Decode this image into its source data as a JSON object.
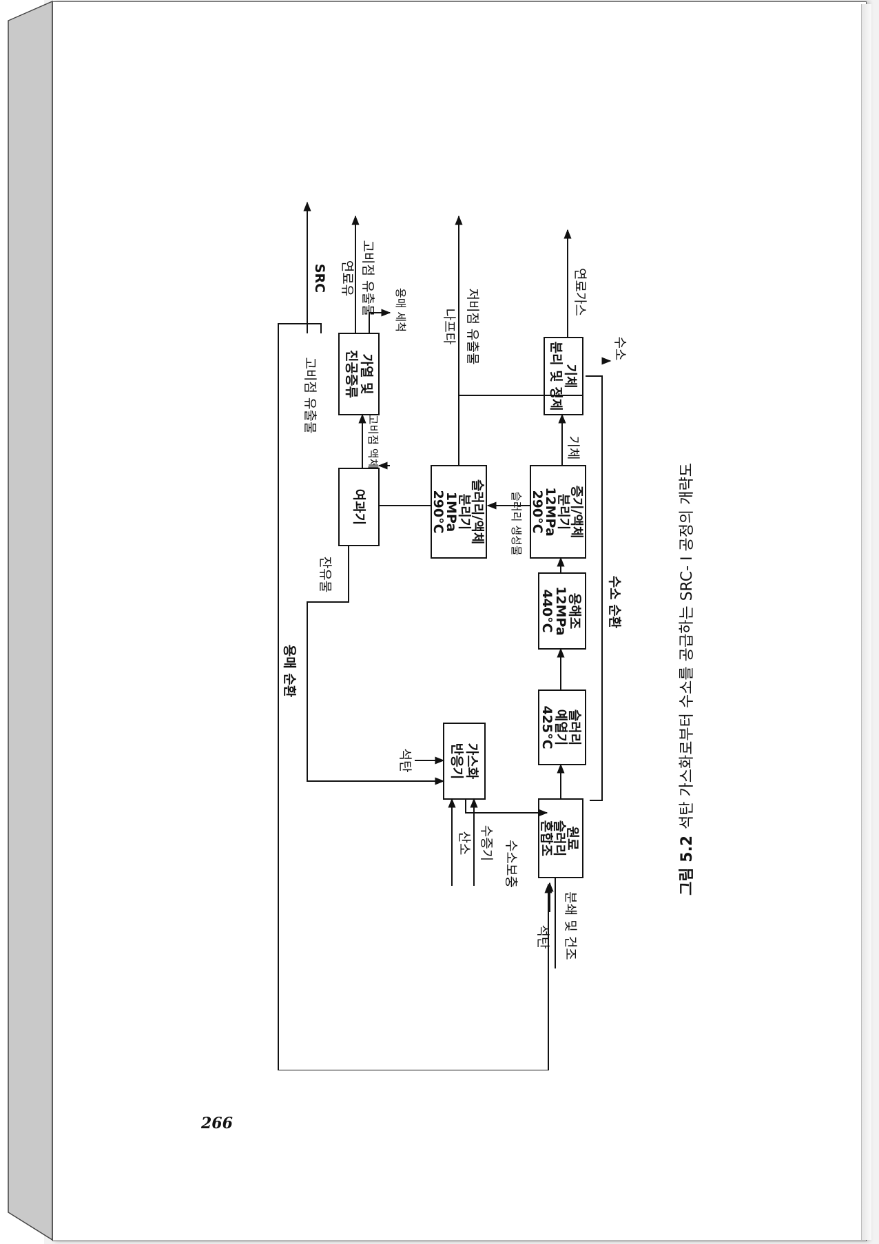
{
  "page_number": "266",
  "caption": {
    "label": "그림 5.2",
    "text": "석탄 가스화로부터 수소를 공급하는 SRC- I 공정의 개략도"
  },
  "nodes": {
    "mixing_tank": [
      "원료",
      "슬러리",
      "혼합조"
    ],
    "preheater": [
      "슬러리",
      "예열기",
      "425°C"
    ],
    "dissolver": [
      "용해조",
      "12MPa",
      "440°C"
    ],
    "vl_separator": [
      "증기/액체",
      "분리기",
      "12MPa",
      "290°C"
    ],
    "gas_separation": [
      "기체",
      "분리 및 정제"
    ],
    "slurry_separator": [
      "슬러리/액체",
      "분리기",
      "1MPa",
      "290°C"
    ],
    "filter": [
      "여과기"
    ],
    "distillation": [
      "가열 및",
      "진공증류"
    ],
    "gasifier": [
      "가스화",
      "반응기"
    ]
  },
  "labels": {
    "coal_prep": "분쇄 및 건조",
    "coal_in": "석탄",
    "h2_recycle": "수소 순환",
    "h2": "수소",
    "fuel_gas": "연료가스",
    "gas": "기체",
    "slurry_product": "슬러리 생성물",
    "low_bp_oil": "저비점 유출물",
    "naphtha": "나프타",
    "high_bp_liquid": "고비점 액체",
    "solvent_wash": "용매 세척",
    "high_bp_oil": "고비점 유출물",
    "fuel_oil": "연료유",
    "src": "SRC",
    "high_bp_distillate": "고비점 유출물",
    "residue": "잔유물",
    "solvent_recycle": "용매 순환",
    "h2_makeup": "수소보충",
    "steam": "수증기",
    "oxygen": "산소",
    "coal_gasifier": "석탄"
  }
}
